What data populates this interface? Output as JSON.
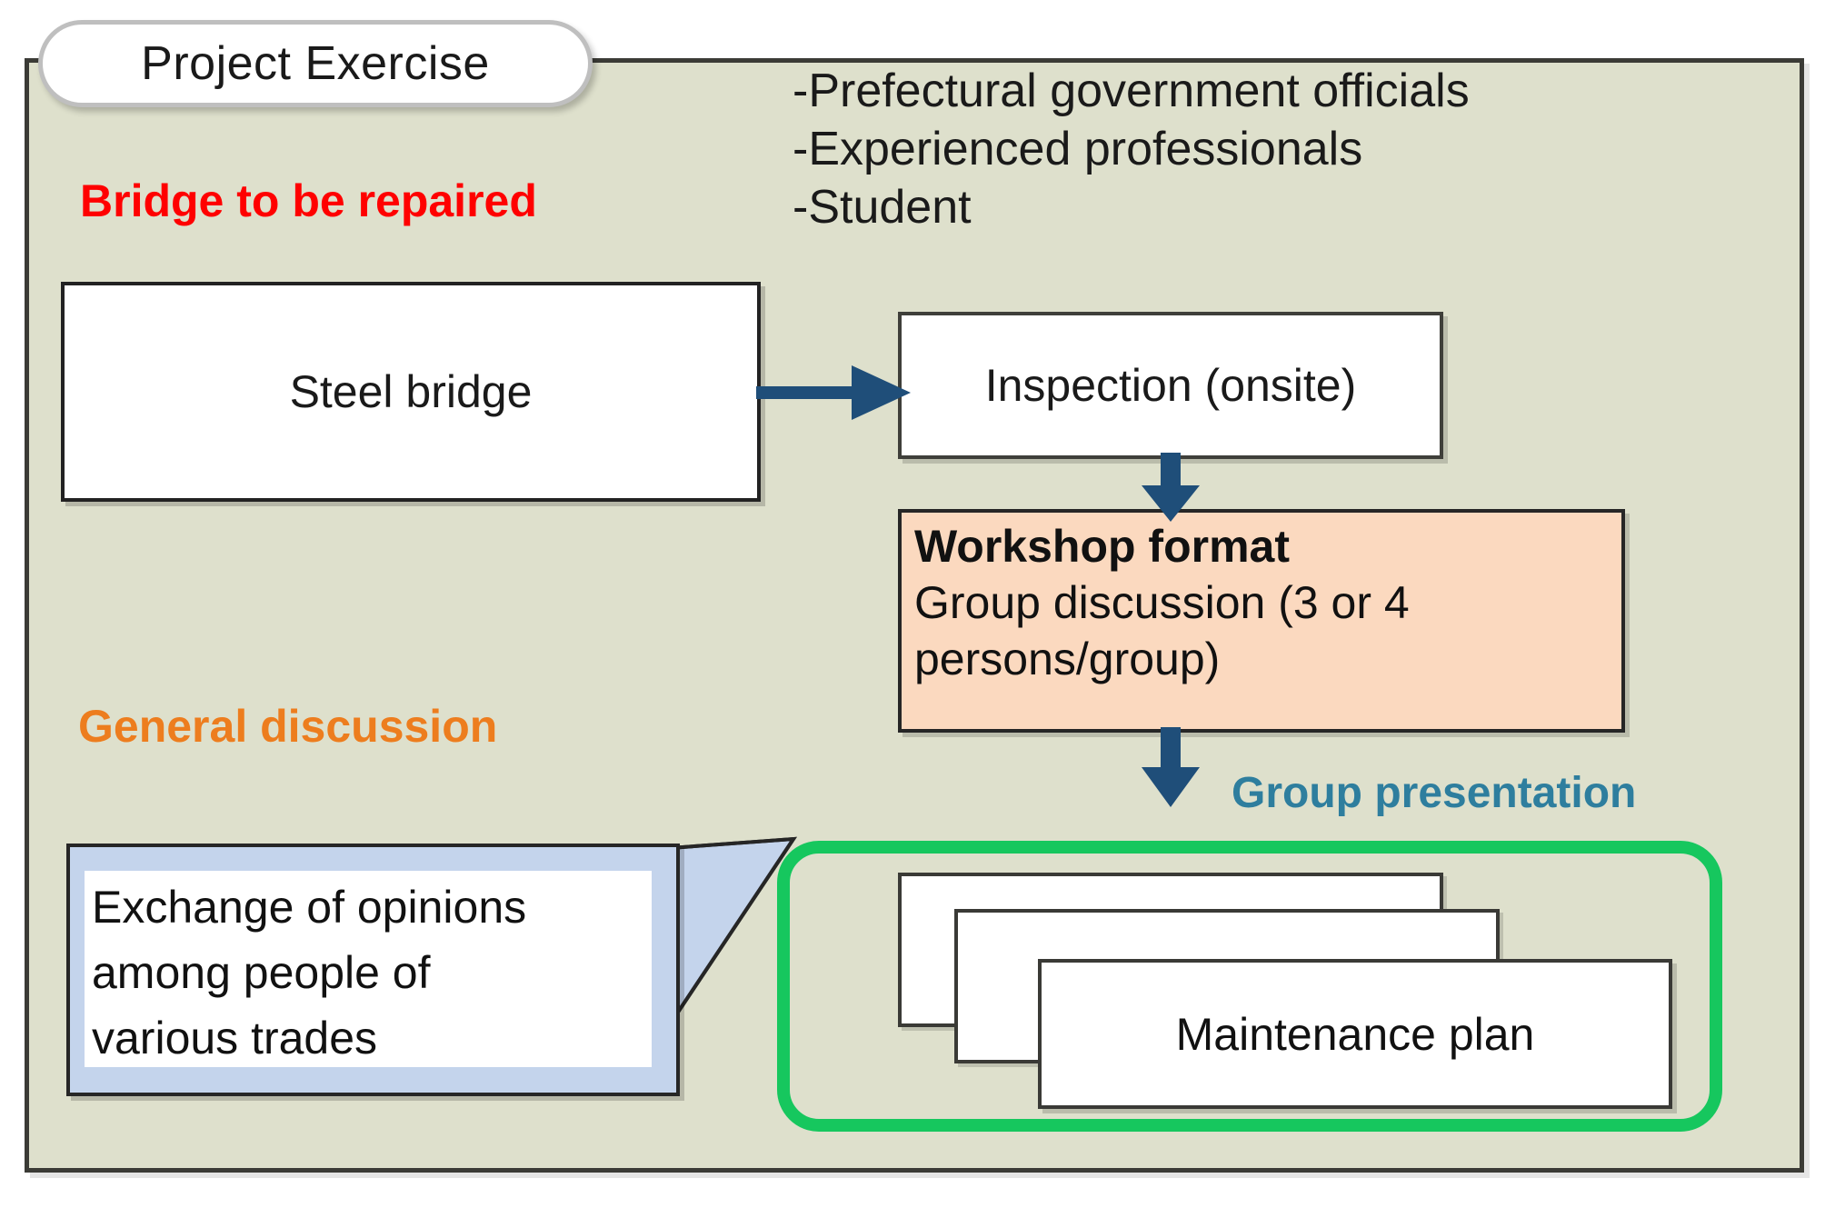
{
  "title": {
    "label": "Project Exercise"
  },
  "participants": {
    "items": [
      "-Prefectural government officials",
      "-Experienced professionals",
      "-Student"
    ]
  },
  "labels": {
    "bridge_to_be_repaired": "Bridge to be repaired",
    "general_discussion": "General discussion",
    "group_presentation": "Group presentation"
  },
  "boxes": {
    "steel_bridge": "Steel bridge",
    "inspection": "Inspection (onsite)",
    "workshop_title": "Workshop format",
    "workshop_line1": "Group discussion (3 or 4",
    "workshop_line2": "persons/group)",
    "maintenance_plan": "Maintenance plan"
  },
  "callout": {
    "line1": "Exchange of opinions",
    "line2": "among people of",
    "line3": "various trades"
  },
  "colors": {
    "frame_bg": "#DEE0CC",
    "frame_border": "#3B3B36",
    "red_heading": "#FF0000",
    "orange_heading": "#ED7D1E",
    "teal_heading": "#2E7E9E",
    "green_group": "#16C75E",
    "peach_box": "#FBD9BF",
    "blue_callout": "#C4D4EC",
    "arrow_navy": "#1F4E79"
  },
  "icons": {
    "arrow_right": "arrow-right-icon",
    "arrow_down_1": "arrow-down-icon",
    "arrow_down_2": "arrow-down-icon",
    "callout_tail": "callout-tail-icon"
  }
}
